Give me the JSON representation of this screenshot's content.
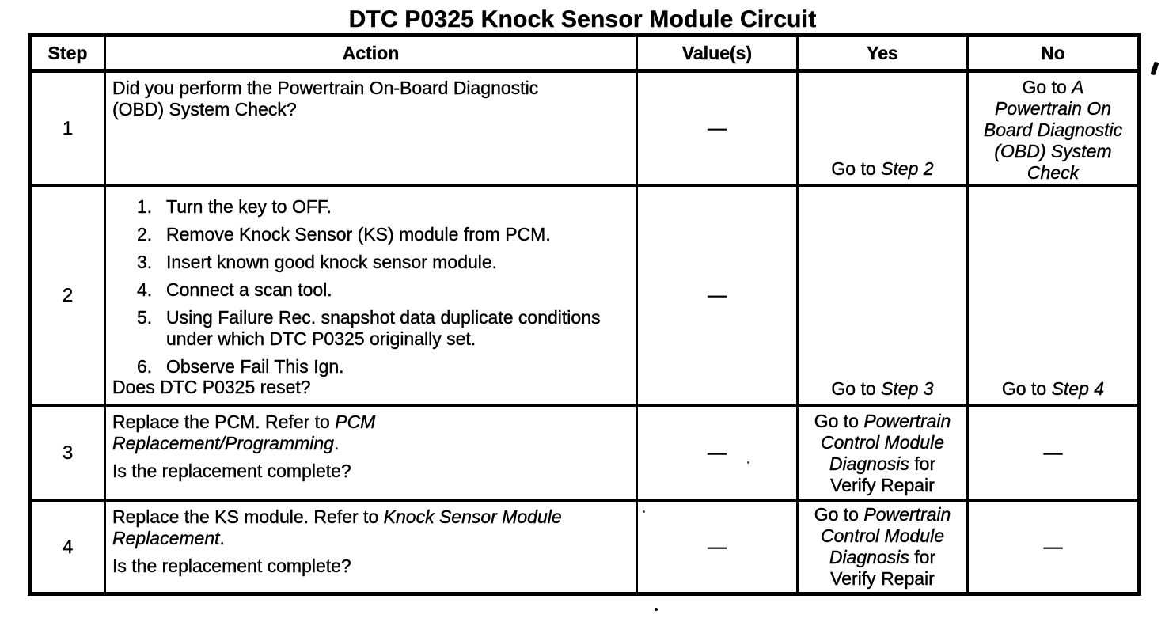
{
  "title": "DTC P0325 Knock Sensor Module Circuit",
  "table": {
    "headers": {
      "step": "Step",
      "action": "Action",
      "values": "Value(s)",
      "yes": "Yes",
      "no": "No"
    },
    "rows": [
      {
        "step": "1",
        "action": [
          {
            "t": "Did you perform the Powertrain On-Board Diagnostic"
          },
          {
            "br": true
          },
          {
            "t": "(OBD) System Check?"
          }
        ],
        "value": "—",
        "yes": [
          {
            "t": "Go to "
          },
          {
            "t": "Step 2",
            "i": true
          }
        ],
        "no": [
          {
            "t": "Go to "
          },
          {
            "t": "A",
            "i": true
          },
          {
            "br": true
          },
          {
            "t": "Powertrain On",
            "i": true
          },
          {
            "br": true
          },
          {
            "t": "Board Diagnostic",
            "i": true
          },
          {
            "br": true
          },
          {
            "t": "(OBD) System",
            "i": true
          },
          {
            "br": true
          },
          {
            "t": "Check",
            "i": true
          }
        ]
      },
      {
        "step": "2",
        "list": [
          [
            {
              "t": "Turn the key to OFF."
            }
          ],
          [
            {
              "t": "Remove Knock Sensor (KS) module from PCM."
            }
          ],
          [
            {
              "t": "Insert known good knock sensor module."
            }
          ],
          [
            {
              "t": "Connect a scan tool."
            }
          ],
          [
            {
              "t": "Using Failure Rec. snapshot data duplicate conditions"
            },
            {
              "br": true
            },
            {
              "t": "under which DTC P0325 originally set."
            }
          ],
          [
            {
              "t": "Observe Fail This Ign."
            }
          ]
        ],
        "question": "Does DTC P0325 reset?",
        "value": "—",
        "yes": [
          {
            "t": "Go to "
          },
          {
            "t": "Step 3",
            "i": true
          }
        ],
        "no": [
          {
            "t": "Go to "
          },
          {
            "t": "Step 4",
            "i": true
          }
        ]
      },
      {
        "step": "3",
        "action": [
          {
            "t": "Replace the PCM. Refer to "
          },
          {
            "t": "PCM",
            "i": true
          },
          {
            "br": true
          },
          {
            "t": "Replacement/Programming",
            "i": true
          },
          {
            "t": "."
          }
        ],
        "question": "Is the replacement complete?",
        "value": "—",
        "yes": [
          {
            "t": "Go to "
          },
          {
            "t": "Powertrain",
            "i": true
          },
          {
            "br": true
          },
          {
            "t": "Control Module",
            "i": true
          },
          {
            "br": true
          },
          {
            "t": "Diagnosis",
            "i": true
          },
          {
            "t": " for"
          },
          {
            "br": true
          },
          {
            "t": "Verify Repair"
          }
        ],
        "no": "—"
      },
      {
        "step": "4",
        "action": [
          {
            "t": "Replace the KS module. Refer to "
          },
          {
            "t": "Knock Sensor Module",
            "i": true
          },
          {
            "br": true
          },
          {
            "t": "Replacement",
            "i": true
          },
          {
            "t": "."
          }
        ],
        "question": "Is the replacement complete?",
        "value": "—",
        "yes": [
          {
            "t": "Go to "
          },
          {
            "t": "Powertrain",
            "i": true
          },
          {
            "br": true
          },
          {
            "t": "Control Module",
            "i": true
          },
          {
            "br": true
          },
          {
            "t": "Diagnosis",
            "i": true
          },
          {
            "t": " for"
          },
          {
            "br": true
          },
          {
            "t": "Verify Repair"
          }
        ],
        "no": "—"
      }
    ]
  }
}
